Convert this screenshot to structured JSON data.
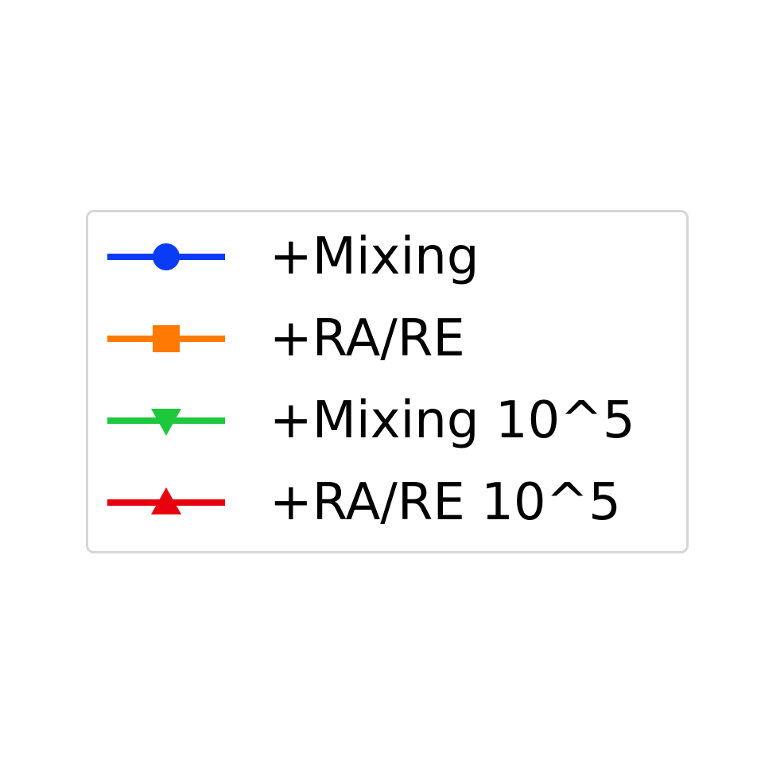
{
  "chart_data": {
    "type": "line",
    "title": "",
    "xlabel": "",
    "ylabel": "",
    "legend_placement": "center",
    "grid": false,
    "series": [
      {
        "name": "+Mixing",
        "color": "#0a3cf5",
        "marker": "circle",
        "values": []
      },
      {
        "name": "+RA/RE",
        "color": "#ff7a05",
        "marker": "square",
        "values": []
      },
      {
        "name": "+Mixing 10^5",
        "color": "#1dc83c",
        "marker": "triangle-down",
        "values": []
      },
      {
        "name": "+RA/RE 10^5",
        "color": "#e8000f",
        "marker": "triangle-up",
        "values": []
      }
    ]
  }
}
